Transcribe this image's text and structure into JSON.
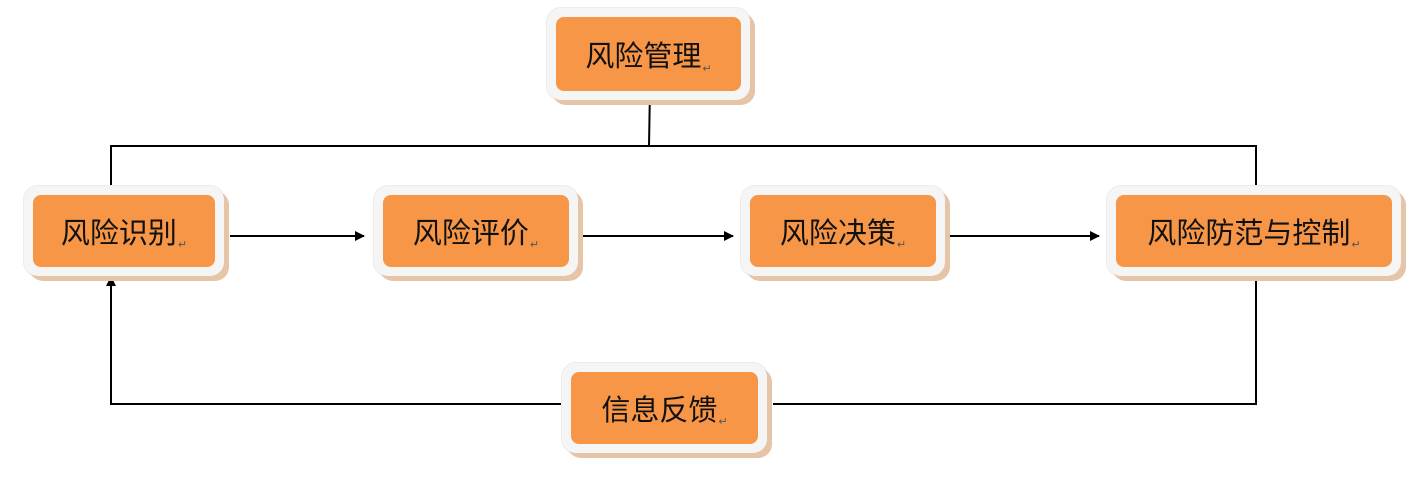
{
  "diagram": {
    "nodes": {
      "management": {
        "label": "风险管理"
      },
      "identify": {
        "label": "风险识别"
      },
      "evaluate": {
        "label": "风险评价"
      },
      "decide": {
        "label": "风险决策"
      },
      "control": {
        "label": "风险防范与控制"
      },
      "feedback": {
        "label": "信息反馈"
      }
    },
    "paragraph_mark": "↵",
    "colors": {
      "box_fill": "#f79646",
      "box_frame": "#f5f5f5",
      "box_shadow": "#e6c4a8",
      "line": "#000000"
    }
  }
}
